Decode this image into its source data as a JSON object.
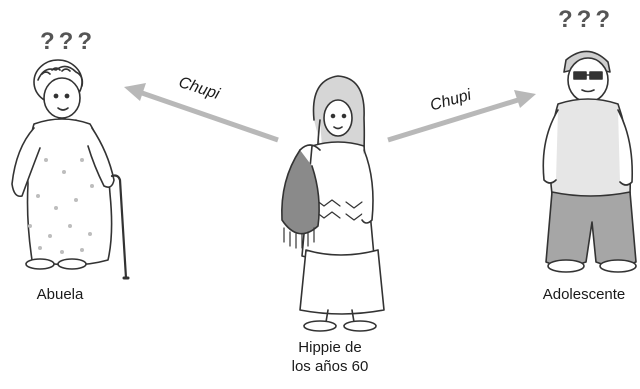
{
  "characters": {
    "grandmother": {
      "label": "Abuela",
      "reaction": "???"
    },
    "hippie": {
      "label_line1": "Hippie de",
      "label_line2": "los años 60"
    },
    "teen": {
      "label": "Adolescente",
      "reaction": "???"
    }
  },
  "arrows": {
    "left": {
      "word": "Chupi"
    },
    "right": {
      "word": "Chupi"
    }
  },
  "colors": {
    "outline": "#333333",
    "arrow": "#b8b8b8",
    "shirt_teen": "#e6e6e6",
    "pants_teen": "#a6a6a6",
    "bag": "#8a8a8a",
    "skin": "#ffffff"
  }
}
